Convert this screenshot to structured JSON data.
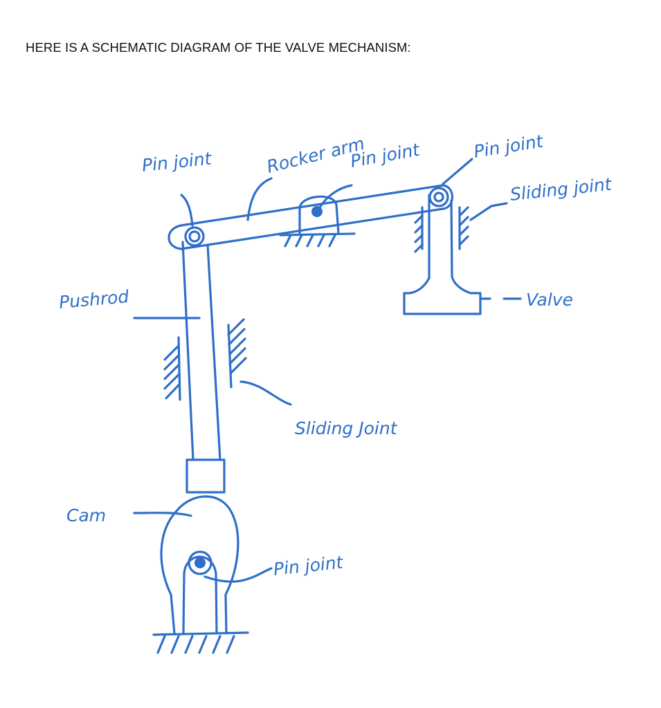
{
  "heading": "HERE IS A SCHEMATIC DIAGRAM OF THE VALVE MECHANISM:",
  "colors": {
    "ink": "#2f6fc8",
    "text": "#111111",
    "background": "#ffffff"
  },
  "labels": {
    "pin_joint_left": "Pin joint",
    "rocker_arm": "Rocker arm",
    "pin_joint_center": "Pin joint",
    "pin_joint_right": "Pin joint",
    "sliding_joint_valve": "Sliding joint",
    "valve": "Valve",
    "pushrod": "Pushrod",
    "sliding_joint_pushrod": "Sliding Joint",
    "cam": "Cam",
    "pin_joint_cam": "Pin joint"
  }
}
